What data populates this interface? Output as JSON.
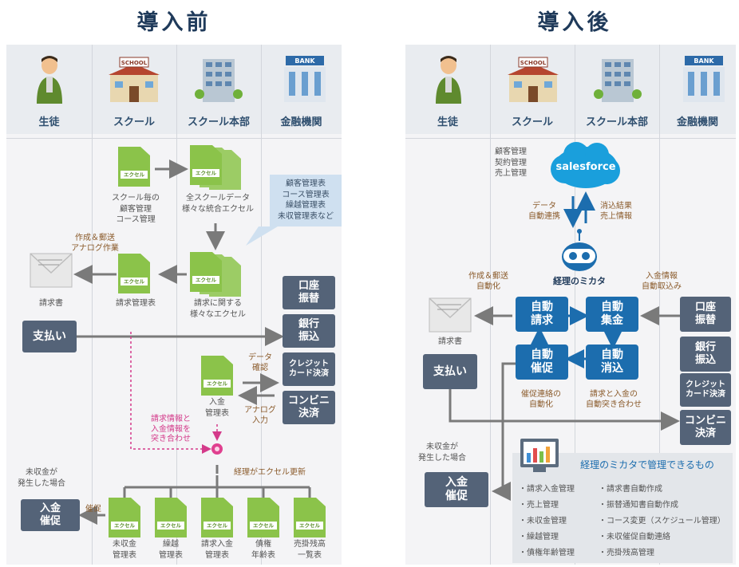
{
  "titles": {
    "before": "導入前",
    "after": "導入後"
  },
  "columns": [
    "生徒",
    "スクール",
    "スクール本部",
    "金融機関"
  ],
  "icons": {
    "bank_sign": "BANK",
    "school_sign": "SCHOOL"
  },
  "doc_label": "エクセル",
  "before": {
    "doc_school": "スクール毎の\n顧客管理\nコース管理",
    "doc_hq_all": "全スクールデータ\n様々な統合エクセル",
    "bubble": "顧客管理表\nコース管理表\n繰越管理表\n未収管理表など",
    "sakusei": "作成＆郵送\nアナログ作業",
    "invoice": "請求書",
    "invoice_mgmt": "請求管理表",
    "invoice_excels": "請求に関する\n様々なエクセル",
    "pay": "支払い",
    "koza": "口座\n振替",
    "ginko": "銀行\n振込",
    "credit": "クレジット\nカード決済",
    "conbini": "コンビニ\n決済",
    "deposit_mgmt": "入金\n管理表",
    "data_check": "データ\n確認",
    "analog_input": "アナログ\n入力",
    "matching": "請求情報と\n入金情報を\n突き合わせ",
    "excel_update": "経理がエクセル更新",
    "unpaid_occurred": "未収金が\n発生した場合",
    "nyukin_sokushin": "入金\n催促",
    "saisoku": "催促",
    "bottom_docs": [
      "未収金\n管理表",
      "繰越\n管理表",
      "請求入金\n管理表",
      "債権\n年齢表",
      "売掛残高\n一覧表"
    ]
  },
  "after": {
    "sf_items": "顧客管理\n契約管理\n売上管理",
    "salesforce": "salesforce",
    "data_auto": "データ\n自動連携",
    "result": "消込結果\n売上情報",
    "robot_name": "経理のミカタ",
    "sakusei": "作成＆郵送\n自動化",
    "nyukin_info": "入金情報\n自動取込み",
    "invoice": "請求書",
    "jido_seikyu": "自動\n請求",
    "jido_shukin": "自動\n集金",
    "jido_saisoku": "自動\n催促",
    "jido_keshikomi": "自動\n消込",
    "saisoku_auto": "催促連絡の\n自動化",
    "matching_auto": "請求と入金の\n自動突き合わせ",
    "pay": "支払い",
    "koza": "口座\n振替",
    "ginko": "銀行\n振込",
    "credit": "クレジット\nカード決済",
    "conbini": "コンビニ\n決済",
    "unpaid_occurred": "未収金が\n発生した場合",
    "nyukin_sokushin": "入金\n催促",
    "manage_title": "経理のミカタで管理できるもの",
    "manage_left": [
      "・請求入金管理",
      "・売上管理",
      "・未収金管理",
      "・繰越管理",
      "・債権年齢管理"
    ],
    "manage_right": [
      "・請求書自動作成",
      "・振替通知書自動作成",
      "・コース変更（スケジュール管理）",
      "・未収催促自動連絡",
      "・売掛残高管理"
    ]
  }
}
